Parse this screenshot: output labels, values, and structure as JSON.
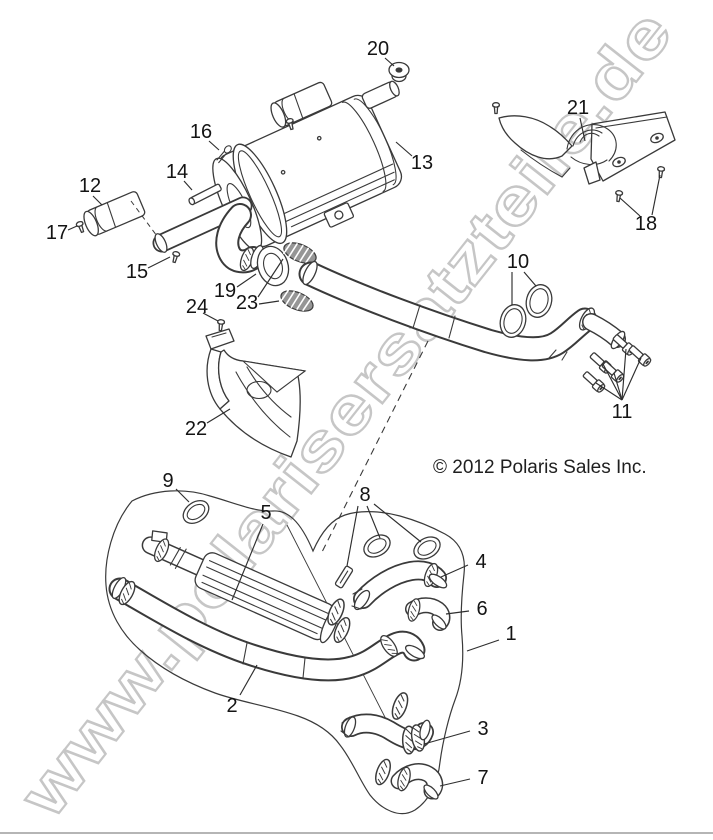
{
  "watermark": {
    "text": "www.polarisersatzteile.de",
    "color": "#c6c6c6"
  },
  "copyright": {
    "text": "© 2012 Polaris Sales Inc."
  },
  "diagram": {
    "line_color": "#3a3a3a",
    "divider_color": "#b5b5b5"
  },
  "callouts": [
    {
      "number": "1"
    },
    {
      "number": "2"
    },
    {
      "number": "3"
    },
    {
      "number": "4"
    },
    {
      "number": "5"
    },
    {
      "number": "6"
    },
    {
      "number": "7"
    },
    {
      "number": "8"
    },
    {
      "number": "9"
    },
    {
      "number": "10"
    },
    {
      "number": "11"
    },
    {
      "number": "12"
    },
    {
      "number": "13"
    },
    {
      "number": "14"
    },
    {
      "number": "15"
    },
    {
      "number": "16"
    },
    {
      "number": "17"
    },
    {
      "number": "18"
    },
    {
      "number": "19"
    },
    {
      "number": "20"
    },
    {
      "number": "21"
    },
    {
      "number": "22"
    },
    {
      "number": "23"
    },
    {
      "number": "24"
    }
  ]
}
